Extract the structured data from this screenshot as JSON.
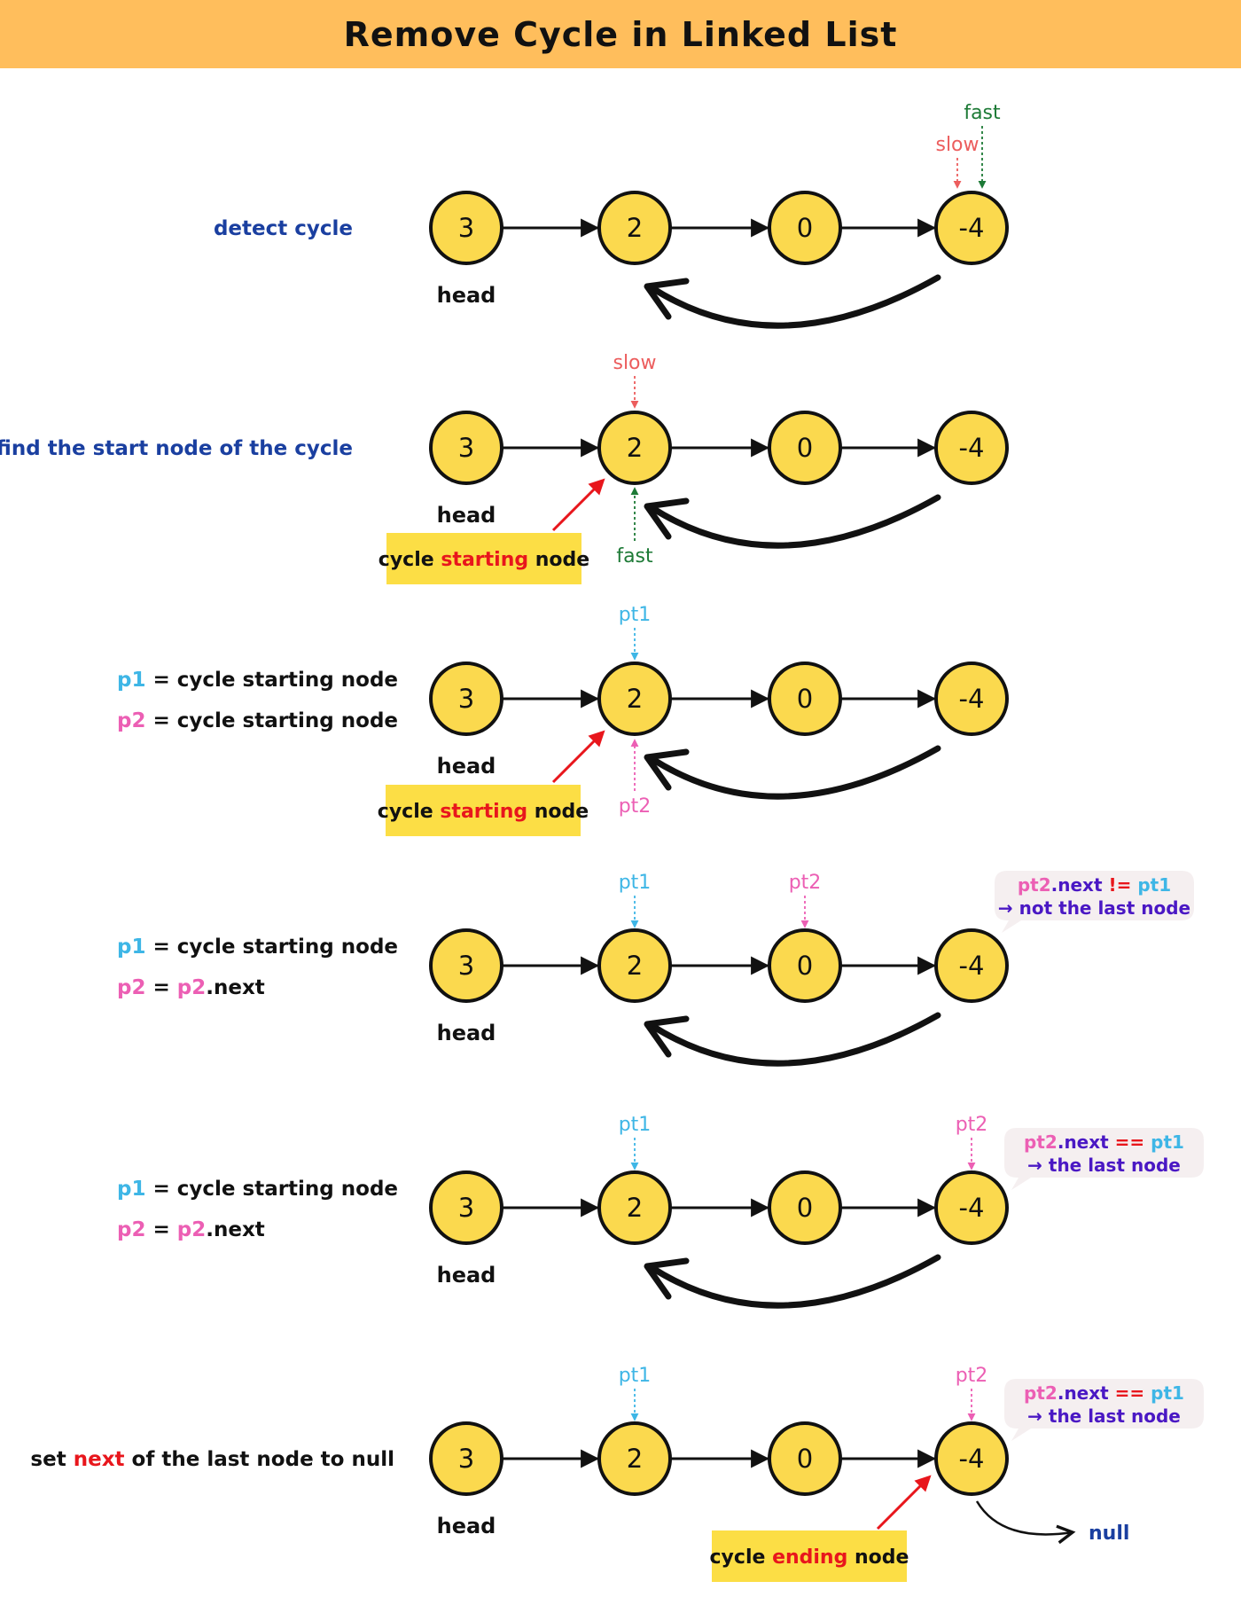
{
  "title": "Remove Cycle in Linked List",
  "colors": {
    "header_bg": "#ffbe5c",
    "node_fill": "#fbd94e",
    "node_stroke": "#111111",
    "blue_text": "#1a3fa0",
    "pt1": "#3eb6e6",
    "pt2": "#ec5fb4",
    "slow": "#ec5d5d",
    "fast": "#1d7a36",
    "red": "#e8161c",
    "tag_bg": "#fcde45",
    "bubble_bg": "#f5eff0",
    "purple": "#4a18c4"
  },
  "nodes": [
    "3",
    "2",
    "0",
    "-4"
  ],
  "head_label": "head",
  "pointer_labels": {
    "slow": "slow",
    "fast": "fast",
    "pt1": "pt1",
    "pt2": "pt2"
  },
  "rows": [
    {
      "description": "detect cycle"
    },
    {
      "description": "find the start node of the cycle",
      "tag": {
        "before": "cycle ",
        "highlight": "starting",
        "after": " node"
      }
    },
    {
      "line1": {
        "var": "p1",
        "text": " = cycle starting node"
      },
      "line2": {
        "var": "p2",
        "text": " = cycle starting node"
      },
      "tag": {
        "before": "cycle ",
        "highlight": "starting",
        "after": " node"
      }
    },
    {
      "line1": {
        "var": "p1",
        "text": " = cycle starting node"
      },
      "line2": {
        "var": "p2",
        "eq": " = ",
        "var2": "p2",
        "text": ".next"
      },
      "note": {
        "pt2": "pt2",
        "mid": ".next ",
        "op": "!=",
        "pt1": " pt1",
        "line2": "→ not the last node"
      }
    },
    {
      "line1": {
        "var": "p1",
        "text": " = cycle starting node"
      },
      "line2": {
        "var": "p2",
        "eq": " = ",
        "var2": "p2",
        "text": ".next"
      },
      "note": {
        "pt2": "pt2",
        "mid": ".next ",
        "op": "==",
        "pt1": " pt1",
        "line2": "→ the last node"
      }
    },
    {
      "description": {
        "before": "set ",
        "highlight": "next",
        "after": " of the last node to null"
      },
      "note": {
        "pt2": "pt2",
        "mid": ".next ",
        "op": "==",
        "pt1": " pt1",
        "line2": "→ the last node"
      },
      "tag": {
        "before": "cycle ",
        "highlight": "ending",
        "after": " node"
      },
      "null_label": "null"
    }
  ]
}
